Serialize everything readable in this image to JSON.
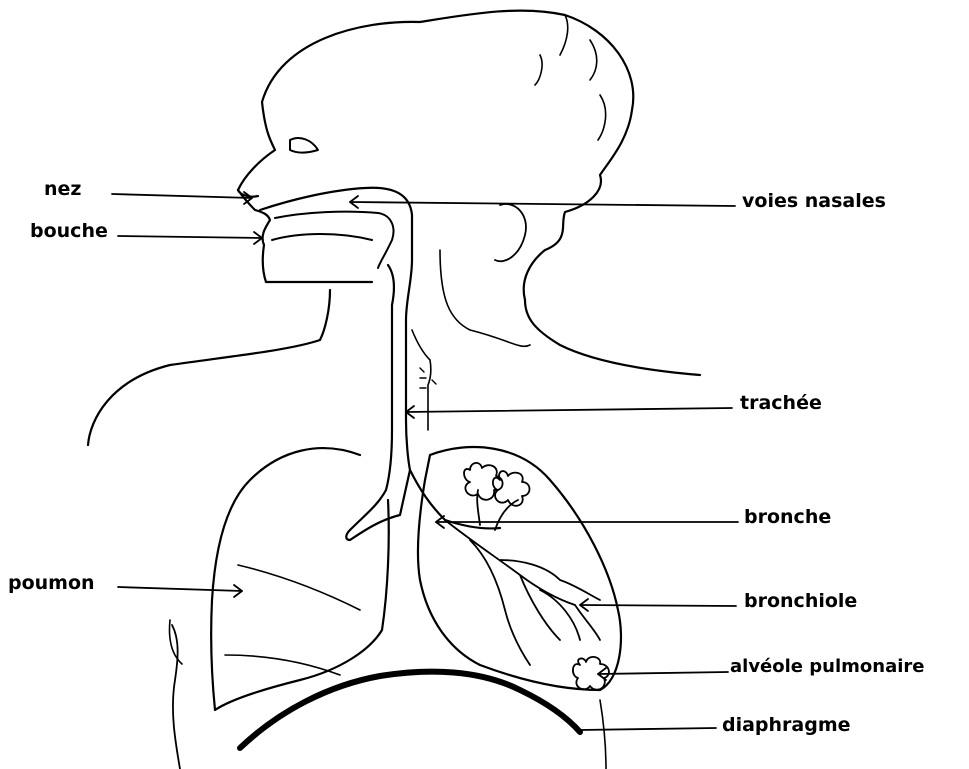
{
  "labels": {
    "nez": "nez",
    "bouche": "bouche",
    "voies_nasales": "voies nasales",
    "trachee": "trachée",
    "bronche": "bronche",
    "poumon": "poumon",
    "bronchiole": "bronchiole",
    "alveole_pulmonaire": "alvéole pulmonaire",
    "diaphragme": "diaphragme"
  },
  "colors": {
    "line": "#000000",
    "background": "#ffffff"
  }
}
